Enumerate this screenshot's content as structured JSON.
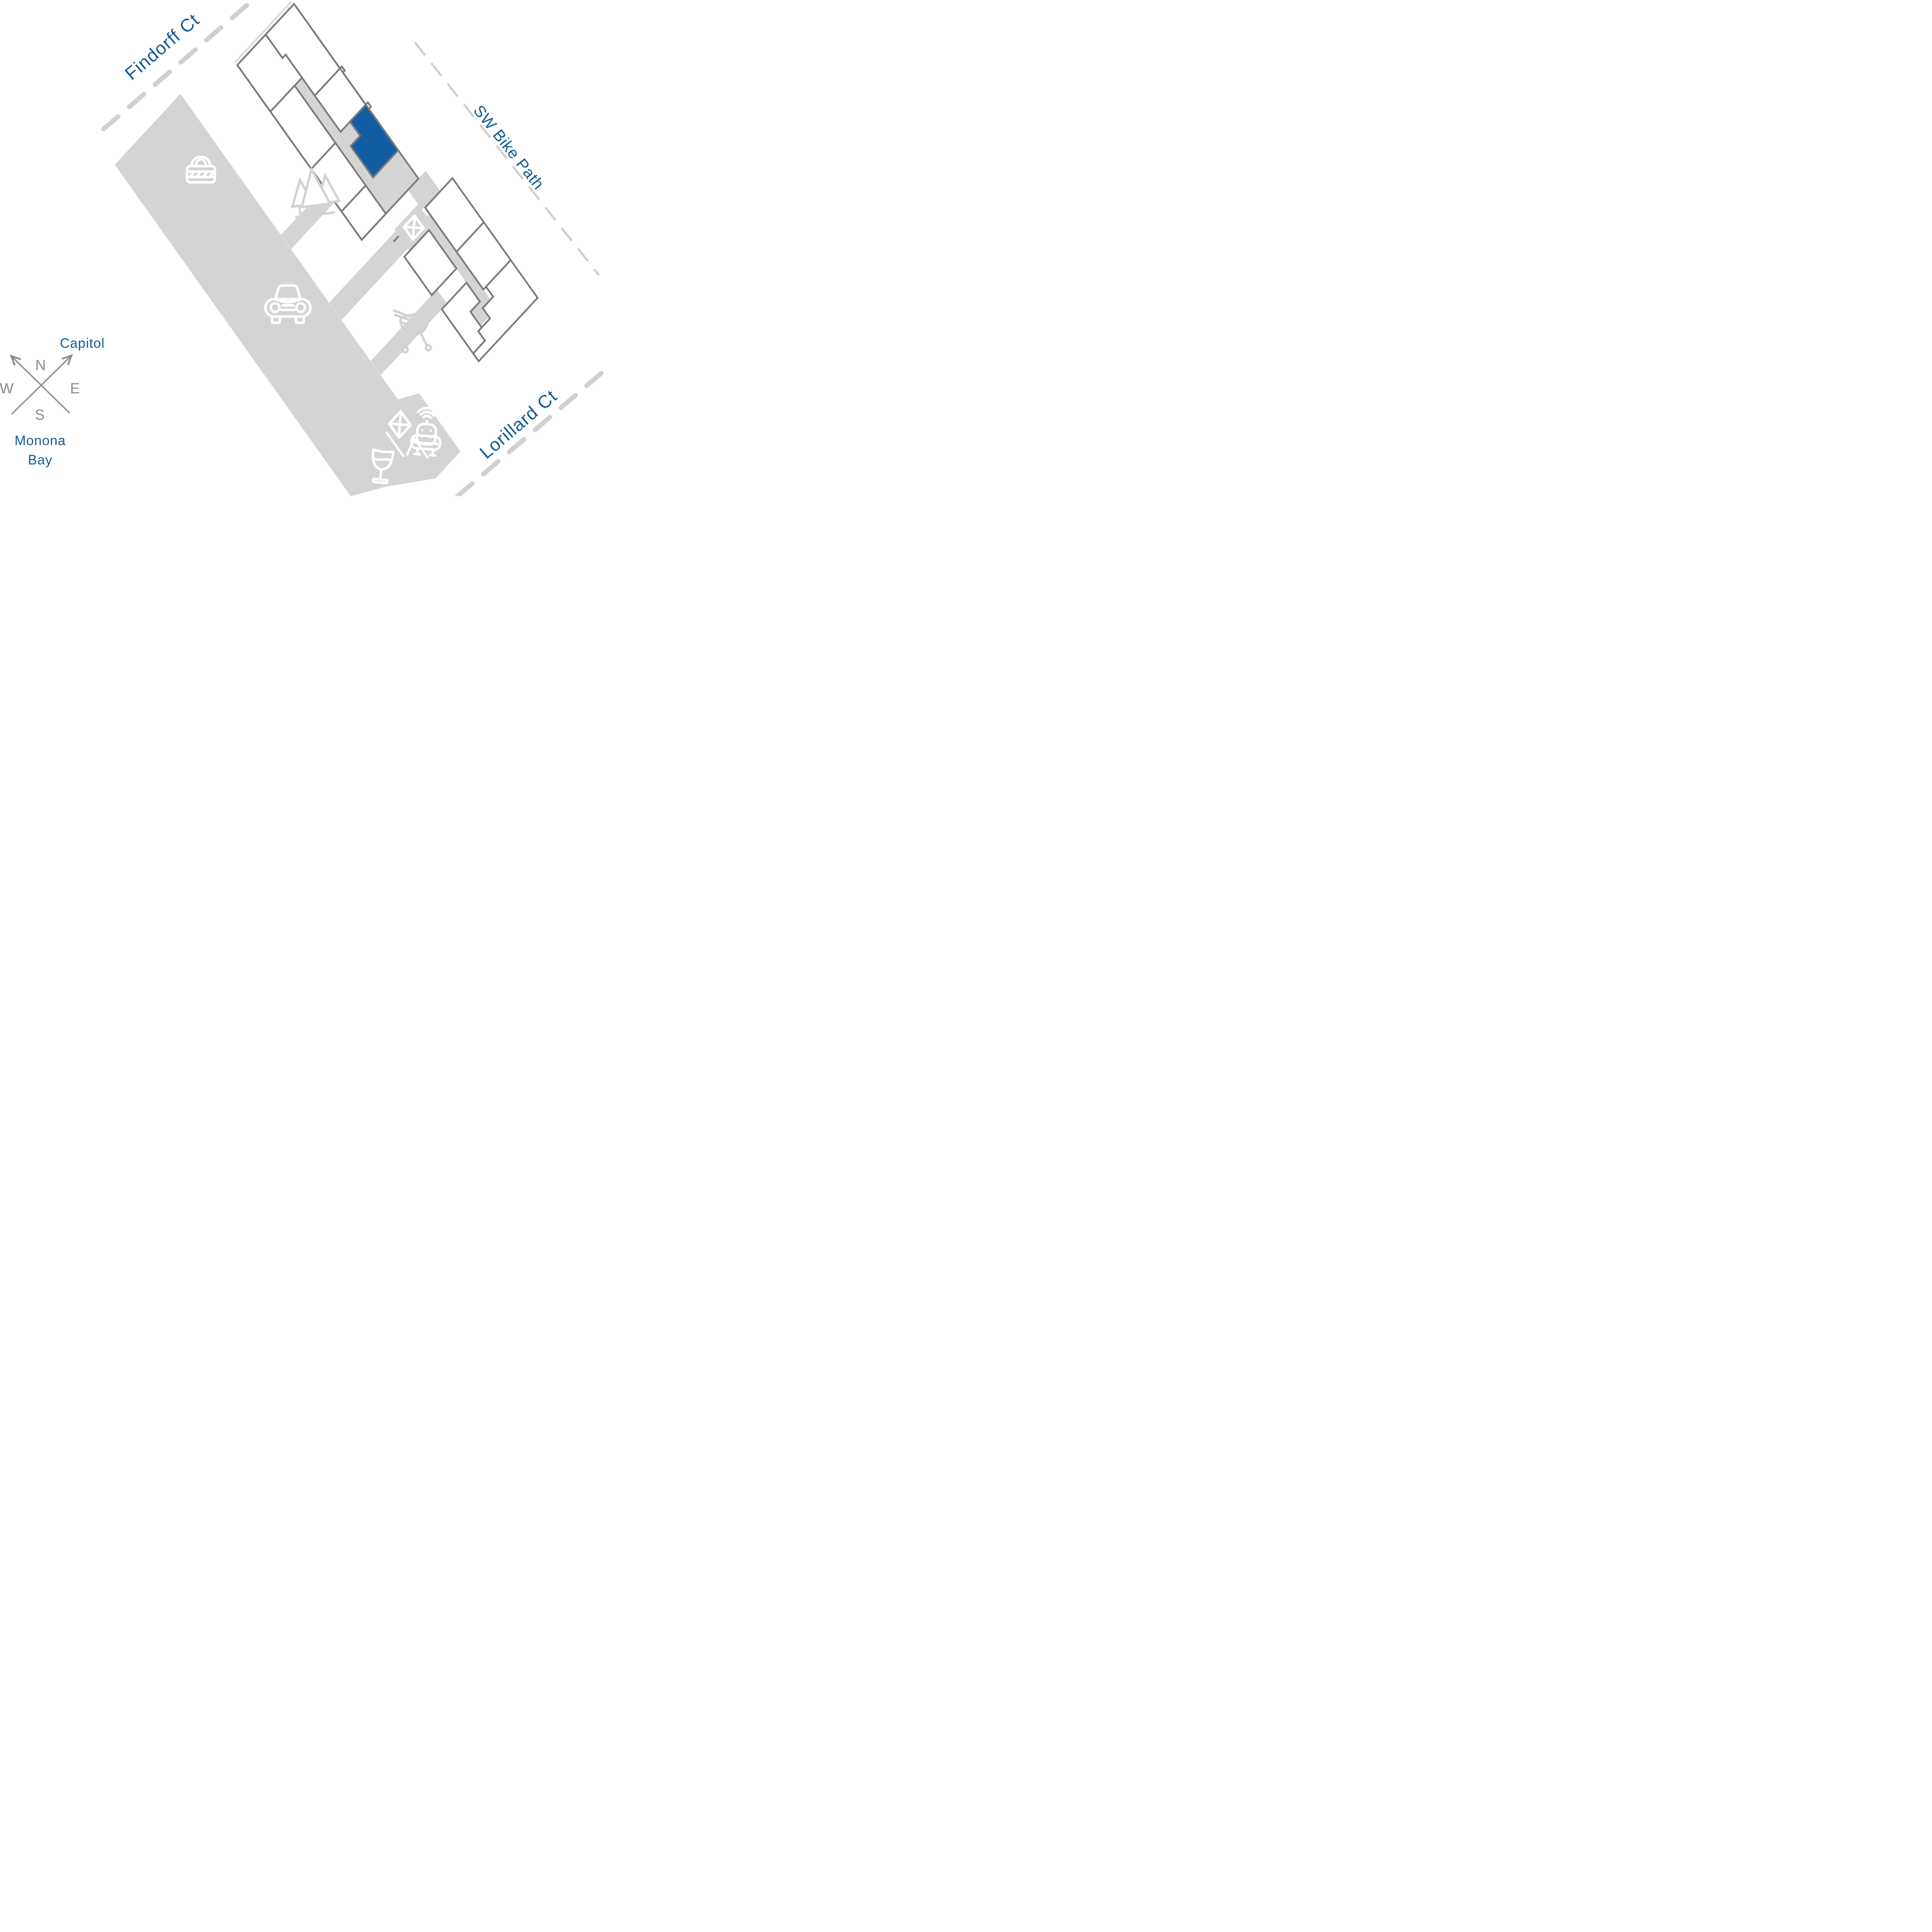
{
  "labels": {
    "findorff": "Findorff Ct",
    "bike_path": "SW Bike Path",
    "lorillard": "Lorillard Ct",
    "capitol": "Capitol",
    "monona_line1": "Monona",
    "monona_line2": "Bay"
  },
  "compass": {
    "n": "N",
    "e": "E",
    "s": "S",
    "w": "W"
  },
  "colors": {
    "brand_blue_text": "#135b96",
    "highlighted_unit_blue": "#115fa2",
    "wall_gray": "#7b7b7b",
    "area_gray": "#d4d4d4",
    "icon_light_gray": "#d2d2d2",
    "street_dash_gray": "#d0d0d0",
    "bike_dash_gray": "#cfcfcf",
    "compass_gray": "#8c8c8c"
  },
  "icons": [
    "secure-storage-lock-icon",
    "car-parking-icon",
    "trees-icon",
    "grill-icon",
    "elevator-x-icon-upper",
    "elevator-x-icon-lower",
    "wifi-lounge-chair-icon",
    "wine-lounge-icon"
  ]
}
